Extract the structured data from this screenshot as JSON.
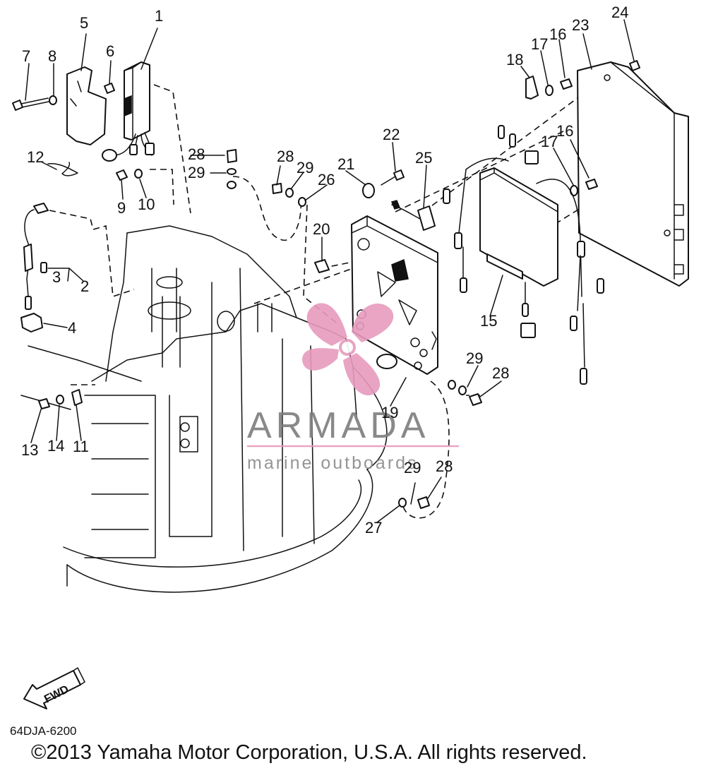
{
  "diagram": {
    "code": "64DJA-6200",
    "copyright": "©2013 Yamaha Motor Corporation, U.S.A. All rights reserved.",
    "fwd_label": "FWD"
  },
  "watermark": {
    "brand": "ARMADA",
    "tagline": "marine outboards",
    "brand_color": "#7d7d7d",
    "accent_color": "#e79bbd"
  },
  "callouts": [
    "1",
    "2",
    "3",
    "4",
    "5",
    "6",
    "7",
    "8",
    "9",
    "10",
    "11",
    "12",
    "13",
    "14",
    "15",
    "16",
    "16",
    "17",
    "17",
    "18",
    "19",
    "20",
    "21",
    "22",
    "23",
    "24",
    "25",
    "26",
    "27",
    "28",
    "28",
    "28",
    "28",
    "29",
    "29",
    "29",
    "29"
  ]
}
